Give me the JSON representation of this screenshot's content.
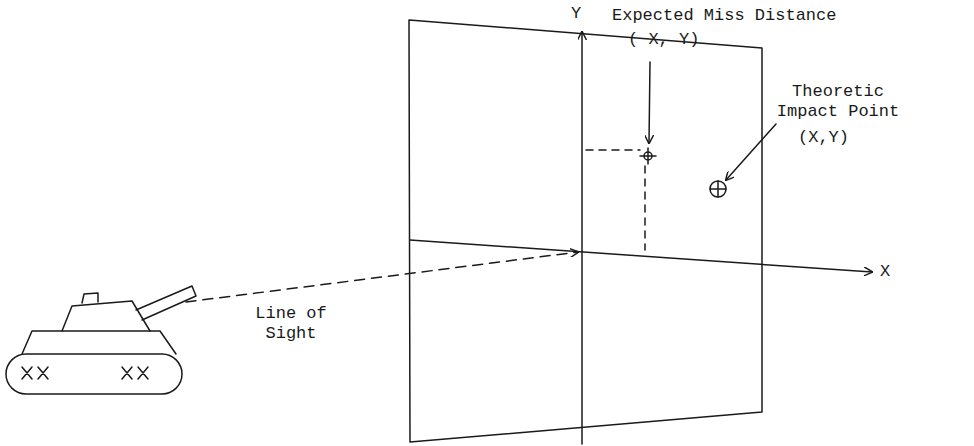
{
  "diagram": {
    "labels": [
      "Y",
      "Expected Miss Distance",
      "( X,  Y)",
      "Theoretic Impact Point",
      "(X,Y)",
      "Line of Sight",
      "X"
    ]
  }
}
